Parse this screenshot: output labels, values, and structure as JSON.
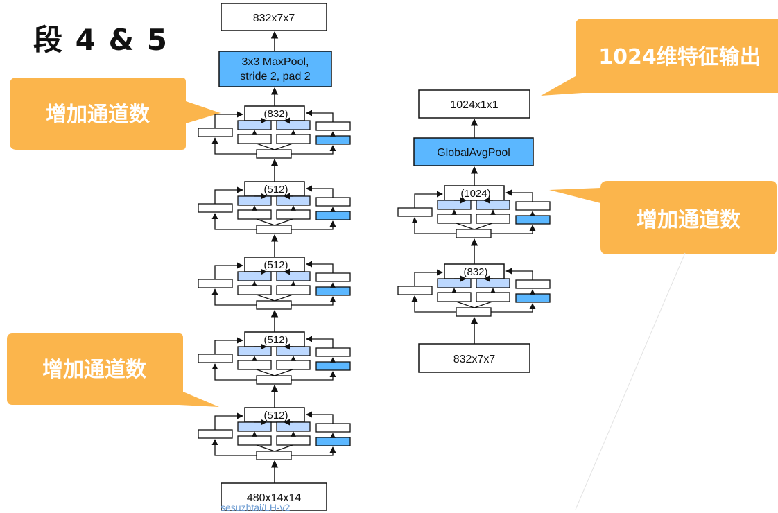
{
  "title": "段 4 & 5",
  "callouts": {
    "left_top": "增加通道数",
    "left_bottom": "增加通道数",
    "right_output": "1024维特征输出",
    "right_mid": "增加通道数"
  },
  "left_column": {
    "top_output": "832x7x7",
    "maxpool_line1": "3x3 MaxPool,",
    "maxpool_line2": "stride 2, pad 2",
    "modules": [
      "(832)",
      "(512)",
      "(512)",
      "(512)",
      "(512)"
    ],
    "bottom_input": "480x14x14"
  },
  "right_column": {
    "top_output": "1024x1x1",
    "pool": "GlobalAvgPool",
    "modules": [
      "(1024)",
      "(832)"
    ],
    "bottom_input": "832x7x7"
  },
  "watermark": "sesuzhtai/LH-v2",
  "colors": {
    "callout": "#fbb54c",
    "blue_block": "#5bb7ff",
    "light_blue_block": "#bcd8ff",
    "line": "#111111"
  }
}
